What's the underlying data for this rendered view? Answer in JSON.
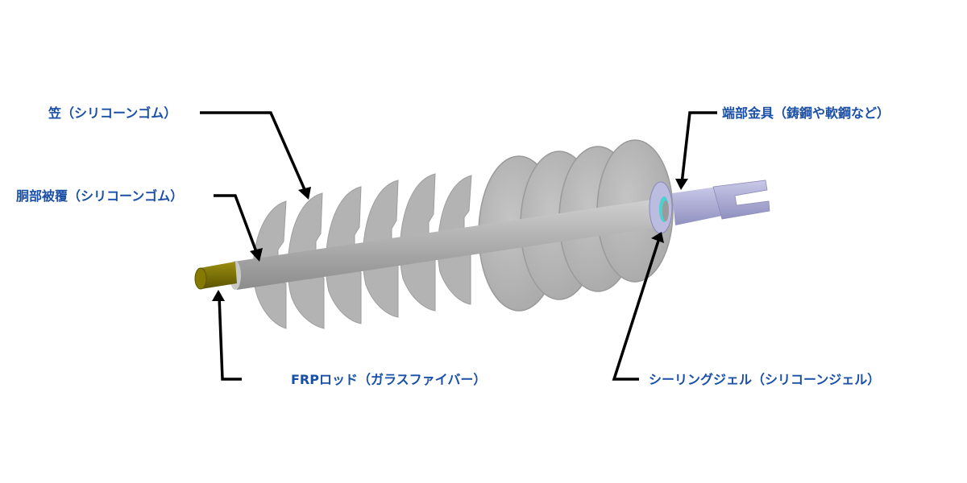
{
  "diagram": {
    "subject": "Polymer (composite) insulator cross-section",
    "colors": {
      "label_text": "#1a4fa8",
      "leader_line": "#000000",
      "silicone_rubber": "#b5b5b5",
      "frp_rod": "#7a7000",
      "end_fitting": "#b4b4d8",
      "sealing_gel": "#4fd0d0",
      "background": "#ffffff"
    },
    "labels": {
      "shed": "笠（シリコーンゴム）",
      "housing": "胴部被覆（シリコーンゴム）",
      "end_fitting": "端部金具（鋳鋼や軟鋼など）",
      "frp_rod": "FRPロッド（ガラスファイバー）",
      "sealing_gel": "シーリングジェル（シリコーンジェル）"
    }
  }
}
